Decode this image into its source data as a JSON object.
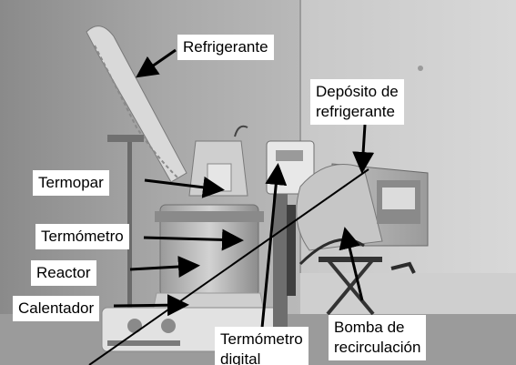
{
  "labels": {
    "refrigerante": "Refrigerante",
    "deposito_line1": "Depósito de",
    "deposito_line2": "refrigerante",
    "termopar": "Termopar",
    "termometro": "Termómetro",
    "reactor": "Reactor",
    "calentador": "Calentador",
    "bomba_line1": "Bomba de",
    "bomba_line2": "recirculación",
    "termometro_digital_line1": "Termómetro",
    "termometro_digital_line2": "digital"
  },
  "colors": {
    "label_bg": "#ffffff",
    "label_text": "#000000",
    "arrow": "#000000"
  }
}
